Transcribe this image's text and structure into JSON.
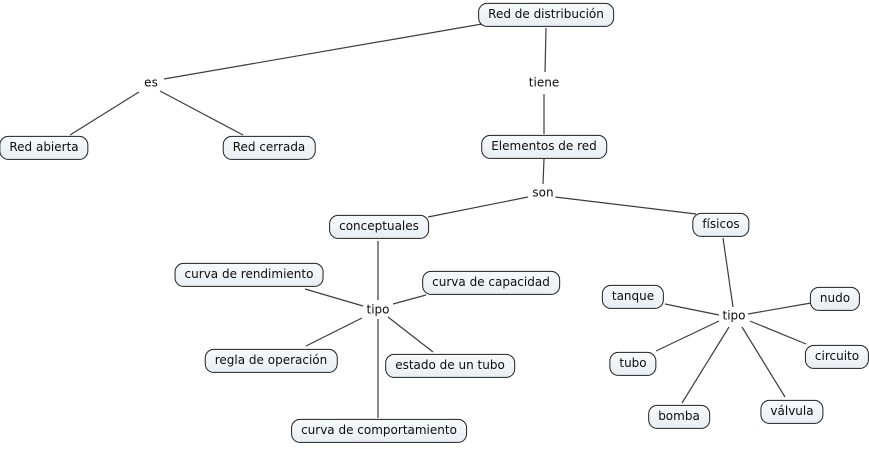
{
  "colors": {
    "background": "#ffffff",
    "concept_fill_top": "#f7fafc",
    "concept_fill_bottom": "#e8eef3",
    "concept_border": "#1f1f1f",
    "connector_line": "#3d3d3d",
    "text": "#0d0d0d"
  },
  "concepts": {
    "red_de_distribucion": "Red de distribución",
    "red_abierta": "Red abierta",
    "red_cerrada": "Red cerrada",
    "elementos_de_red": "Elementos de red",
    "conceptuales": "conceptuales",
    "fisicos": "físicos",
    "curva_de_rendimiento": "curva de rendimiento",
    "curva_de_capacidad": "curva de capacidad",
    "regla_de_operacion": "regla de operación",
    "estado_de_un_tubo": "estado de un tubo",
    "curva_de_comportamiento": "curva de comportamiento",
    "tanque": "tanque",
    "nudo": "nudo",
    "tubo": "tubo",
    "circuito": "circuito",
    "bomba": "bomba",
    "valvula": "válvula"
  },
  "linking_words": {
    "es": "es",
    "tiene": "tiene",
    "son": "son",
    "tipo_conceptuales": "tipo",
    "tipo_fisicos": "tipo"
  },
  "propositions": [
    {
      "from": "Red de distribución",
      "linking_word": "es",
      "to": [
        "Red abierta",
        "Red cerrada"
      ]
    },
    {
      "from": "Red de distribución",
      "linking_word": "tiene",
      "to": [
        "Elementos de red"
      ]
    },
    {
      "from": "Elementos de red",
      "linking_word": "son",
      "to": [
        "conceptuales",
        "físicos"
      ]
    },
    {
      "from": "conceptuales",
      "linking_word": "tipo",
      "to": [
        "curva de rendimiento",
        "curva de capacidad",
        "regla de operación",
        "estado de un tubo",
        "curva de comportamiento"
      ]
    },
    {
      "from": "físicos",
      "linking_word": "tipo",
      "to": [
        "tanque",
        "nudo",
        "tubo",
        "circuito",
        "bomba",
        "válvula"
      ]
    }
  ]
}
